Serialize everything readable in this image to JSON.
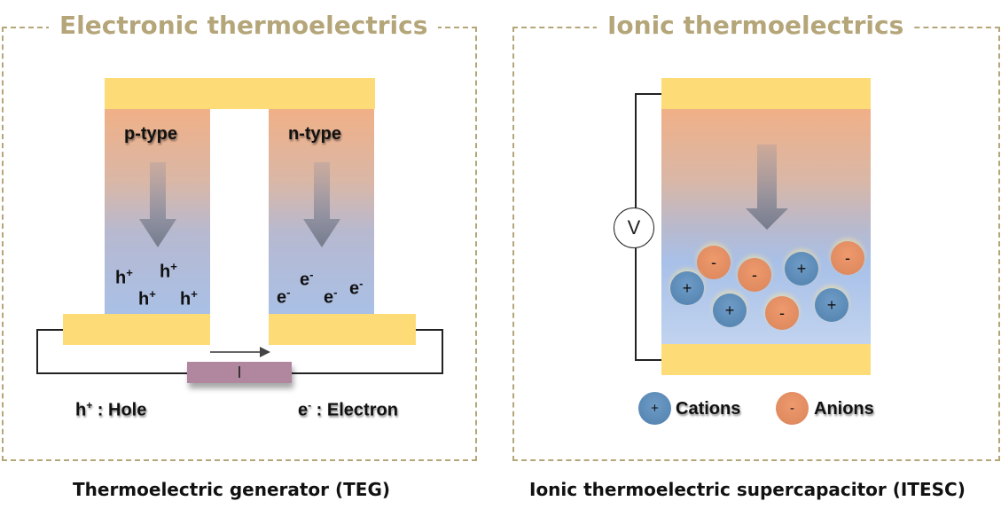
{
  "left_panel": {
    "title": "Electronic thermoelectrics",
    "p_label": "p-type",
    "n_label": "n-type",
    "hole_symbol": "h",
    "hole_sup": "+",
    "electron_symbol": "e",
    "electron_sup": "-",
    "current_label": "I",
    "legend_hole_sym": "h",
    "legend_hole_sup": "+",
    "legend_hole_text": "Hole",
    "legend_electron_sym": "e",
    "legend_electron_sup": "-",
    "legend_electron_text": "Electron",
    "caption": "Thermoelectric generator (TEG)",
    "colors": {
      "electrode": "#fddc78",
      "hot": "#f0b087",
      "cold": "#a9c0e6",
      "resistor": "#b0879f",
      "frame": "#b5a67a"
    }
  },
  "right_panel": {
    "title": "Ionic thermoelectrics",
    "voltmeter_label": "V",
    "cation_sign": "+",
    "anion_sign": "-",
    "legend_cation": "Cations",
    "legend_anion": "Anions",
    "caption": "Ionic thermoelectric supercapacitor (ITESC)",
    "colors": {
      "cation": "#5b89b7",
      "anion": "#e58e62"
    }
  }
}
